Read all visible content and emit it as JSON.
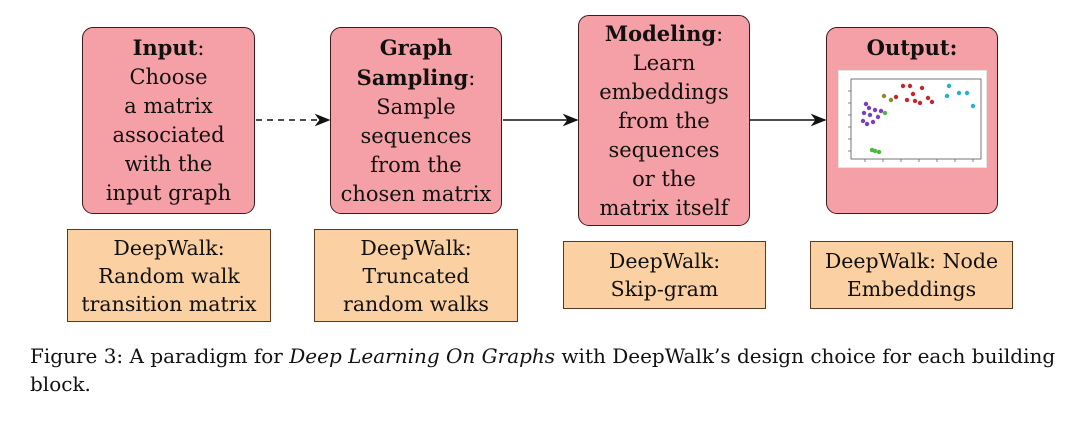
{
  "stages": [
    {
      "title": "Input",
      "title_suffix": ":",
      "body": [
        "Choose",
        "a matrix",
        "associated",
        "with the",
        "input graph"
      ]
    },
    {
      "title_lines": [
        "Graph",
        "Sampling"
      ],
      "title_suffix": ":",
      "body": [
        "Sample",
        "sequences",
        "from the",
        "chosen matrix"
      ]
    },
    {
      "title": "Modeling",
      "title_suffix": ":",
      "body": [
        "Learn",
        "embeddings",
        "from the",
        "sequences",
        "or the",
        "matrix itself"
      ]
    },
    {
      "title": "Output:",
      "body": []
    }
  ],
  "deepwalk_notes": [
    [
      "DeepWalk:",
      "Random walk",
      "transition matrix"
    ],
    [
      "DeepWalk:",
      "Truncated",
      "random walks"
    ],
    [
      "DeepWalk:",
      "Skip-gram"
    ],
    [
      "DeepWalk:  Node",
      "Embeddings"
    ]
  ],
  "connectors": [
    {
      "from": "Input",
      "to": "Graph Sampling",
      "style": "dashed"
    },
    {
      "from": "Graph Sampling",
      "to": "Modeling",
      "style": "solid"
    },
    {
      "from": "Modeling",
      "to": "Output",
      "style": "solid"
    }
  ],
  "colors": {
    "stage_fill": "#f5a0a6",
    "note_fill": "#fbd1a3",
    "scatter_purple": "#7a3fc0",
    "scatter_red": "#c4262e",
    "scatter_green": "#4ab83a",
    "scatter_cyan": "#22b3c9",
    "scatter_olive": "#8a8a2a"
  },
  "caption": {
    "prefix": "Figure 3:  A paradigm for ",
    "emph": "Deep Learning On Graphs",
    "suffix_line1": " with DeepWalk’s design choice for each building",
    "line2": "block."
  }
}
